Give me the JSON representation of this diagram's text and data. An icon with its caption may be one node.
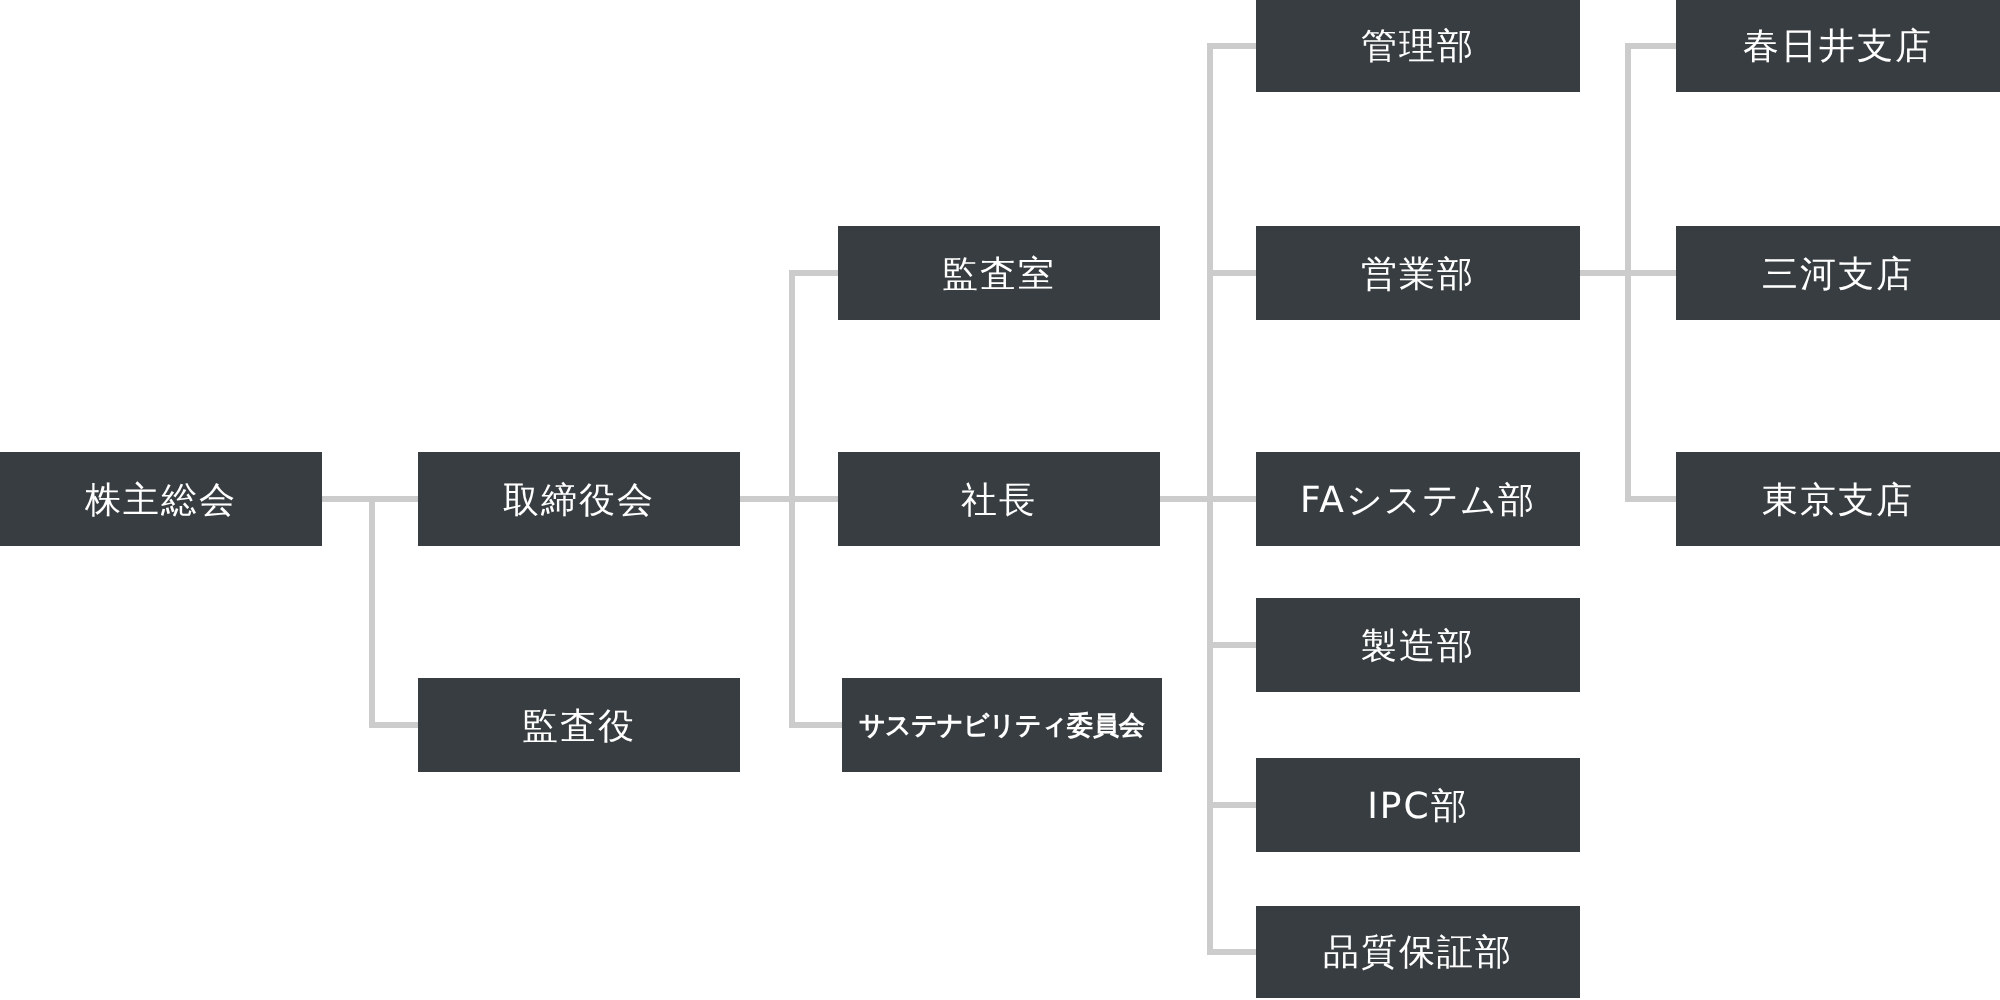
{
  "diagram": {
    "nodes": [
      {
        "text": [
          "株主総会"
        ]
      },
      {
        "text": [
          "取締役会"
        ]
      },
      {
        "text": [
          "監査役"
        ]
      },
      {
        "text": [
          "監査室"
        ]
      },
      {
        "text": [
          "社長"
        ]
      },
      {
        "text": [
          "サステナビリティ委員会"
        ]
      },
      {
        "text": [
          "管理部"
        ]
      },
      {
        "text": [
          "営業部"
        ]
      },
      {
        "text": [
          "FAシステム部"
        ]
      },
      {
        "text": [
          "製造部"
        ]
      },
      {
        "text": [
          "IPC部"
        ]
      },
      {
        "text": [
          "品質保証部"
        ]
      },
      {
        "text": [
          "春日井支店"
        ]
      },
      {
        "text": [
          "三河支店"
        ]
      },
      {
        "text": [
          "東京支店"
        ]
      }
    ],
    "edges": [
      {
        "from": 0,
        "to": 1,
        "arrow": "none"
      },
      {
        "from": 0,
        "to": 2,
        "arrow": "none"
      },
      {
        "from": 1,
        "to": 3,
        "arrow": "none"
      },
      {
        "from": 1,
        "to": 4,
        "arrow": "none"
      },
      {
        "from": 1,
        "to": 5,
        "arrow": "none"
      },
      {
        "from": 4,
        "to": 6,
        "arrow": "none"
      },
      {
        "from": 4,
        "to": 7,
        "arrow": "none"
      },
      {
        "from": 4,
        "to": 8,
        "arrow": "none"
      },
      {
        "from": 4,
        "to": 9,
        "arrow": "none"
      },
      {
        "from": 4,
        "to": 10,
        "arrow": "none"
      },
      {
        "from": 4,
        "to": 11,
        "arrow": "none"
      },
      {
        "from": 7,
        "to": 12,
        "arrow": "none"
      },
      {
        "from": 7,
        "to": 13,
        "arrow": "none"
      },
      {
        "from": 7,
        "to": 14,
        "arrow": "none"
      }
    ]
  }
}
